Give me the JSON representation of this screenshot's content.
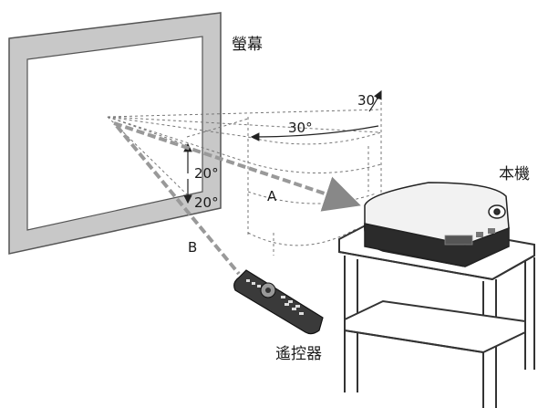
{
  "labels": {
    "screen": "螢幕",
    "projector": "本機",
    "remote": "遙控器",
    "path_a": "A",
    "path_b": "B",
    "angle_top_right": "30°",
    "angle_horizontal": "30°",
    "angle_vertical_up": "20°",
    "angle_vertical_down": "20°"
  }
}
